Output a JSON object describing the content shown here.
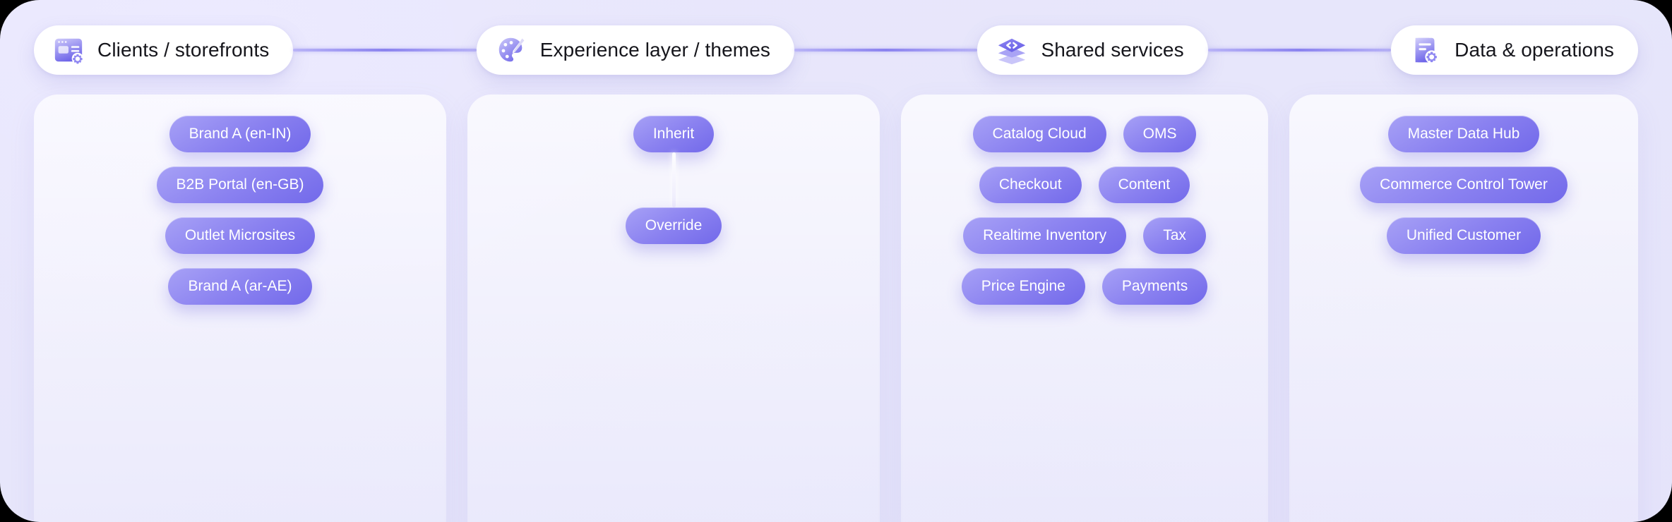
{
  "theme": {
    "accent": "#7269ea",
    "accent_light": "#a7a1f6",
    "connector": "#8b83ef",
    "pill_bg": "#ffffff",
    "text_dark": "#16161c",
    "chip_text": "#ffffff",
    "canvas_bg": "#e9e7fc"
  },
  "columns": [
    {
      "id": "clients-storefronts",
      "header": {
        "label": "Clients / storefronts",
        "icon": "storefront-window-gear-icon"
      },
      "rows": [
        [
          "Brand A (en-IN)"
        ],
        [
          "B2B Portal (en-GB)"
        ],
        [
          "Outlet Microsites"
        ],
        [
          "Brand A (ar-AE)"
        ]
      ]
    },
    {
      "id": "experience-layer-themes",
      "header": {
        "label": "Experience layer / themes",
        "icon": "palette-brush-icon"
      },
      "rows": [
        [
          "Inherit"
        ],
        [
          "Override"
        ]
      ]
    },
    {
      "id": "shared-services",
      "header": {
        "label": "Shared services",
        "icon": "stacked-layers-code-icon"
      },
      "rows": [
        [
          "Catalog Cloud",
          "OMS"
        ],
        [
          "Checkout",
          "Content"
        ],
        [
          "Realtime Inventory",
          "Tax"
        ],
        [
          "Price Engine",
          "Payments"
        ]
      ]
    },
    {
      "id": "data-operations",
      "header": {
        "label": "Data & operations",
        "icon": "document-gear-icon"
      },
      "rows": [
        [
          "Master Data Hub"
        ],
        [
          "Commerce Control Tower"
        ],
        [
          "Unified Customer"
        ]
      ]
    }
  ]
}
